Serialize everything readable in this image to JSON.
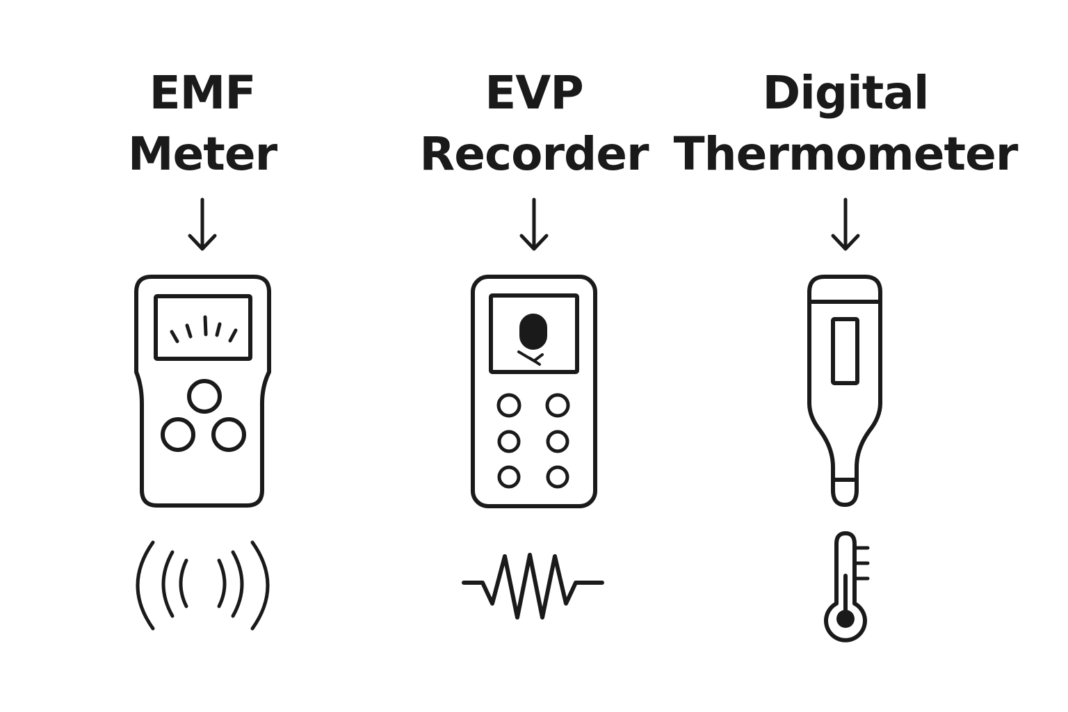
{
  "devices": [
    {
      "id": "emf",
      "title_line1": "EMF",
      "title_line2": "Meter",
      "device_icon": "emf-meter-icon",
      "symbol_icon": "radio-waves-icon"
    },
    {
      "id": "evp",
      "title_line1": "EVP",
      "title_line2": "Recorder",
      "device_icon": "voice-recorder-icon",
      "symbol_icon": "audio-waveform-icon"
    },
    {
      "id": "thermo",
      "title_line1": "Digital",
      "title_line2": "Thermometer",
      "device_icon": "digital-thermometer-icon",
      "symbol_icon": "thermometer-icon"
    }
  ],
  "colors": {
    "stroke": "#1a1a1a",
    "background": "#ffffff"
  }
}
